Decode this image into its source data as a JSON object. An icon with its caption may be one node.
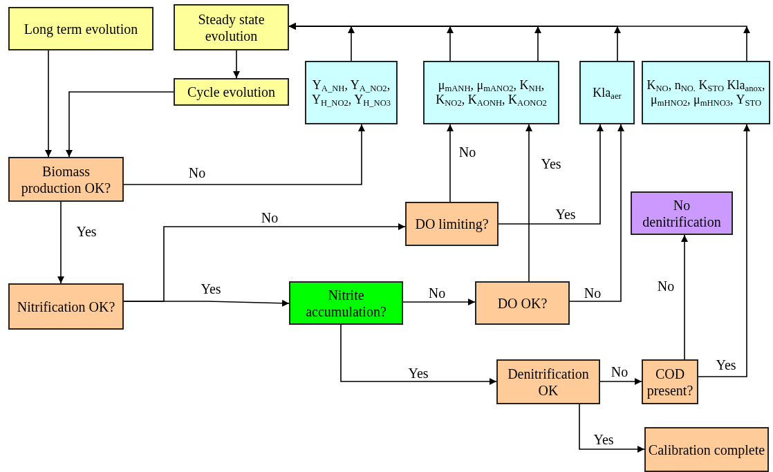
{
  "diagram": {
    "nodes": [
      {
        "text": [
          "Long term evolution"
        ]
      },
      {
        "text": [
          "Steady state evolution"
        ]
      },
      {
        "text": [
          "Cycle evolution"
        ]
      },
      {
        "text": [
          "Y$_{A_NH}$, Y$_{A_NO2}$, Y$_{H_NO2}$, Y$_{H_NO3}$"
        ]
      },
      {
        "text": [
          "μ$_{mANH}$, μ$_{mANO2}$, K$_{NH}$, K$_{NO2}$, K$_{AONH}$, K$_{AONO2}$"
        ]
      },
      {
        "text": [
          "Kla$_{aer}$"
        ]
      },
      {
        "text": [
          "K$_{NO}$, n$_{NO.}$  K$_{STO}$ Kla$_{anox}$, μ$_{mHNO2}$, μ$_{mHNO3}$, Y$_{STO}$"
        ]
      },
      {
        "text": [
          "Biomass production OK?"
        ]
      },
      {
        "text": [
          "DO limiting?"
        ]
      },
      {
        "text": [
          "No denitrification"
        ]
      },
      {
        "text": [
          "Nitrification OK?"
        ]
      },
      {
        "text": [
          "Nitrite accumulation?"
        ]
      },
      {
        "text": [
          "DO OK?"
        ]
      },
      {
        "text": [
          "Denitrification OK"
        ]
      },
      {
        "text": [
          "COD present?"
        ]
      },
      {
        "text": [
          "Calibration complete"
        ]
      }
    ],
    "edges": [
      {
        "from": 0,
        "to": 7,
        "arrow": "to"
      },
      {
        "from": 1,
        "to": 2,
        "arrow": "to"
      },
      {
        "from": 2,
        "to": 7,
        "arrow": "to"
      },
      {
        "from": 3,
        "to": 1,
        "arrow": "to"
      },
      {
        "from": 4,
        "to": 1,
        "arrow": "to"
      },
      {
        "from": 4,
        "to": 1,
        "arrow": "to"
      },
      {
        "from": 5,
        "to": 1,
        "arrow": "to"
      },
      {
        "from": 6,
        "to": 1,
        "arrow": "to"
      },
      {
        "from": 7,
        "to": 3,
        "arrow": "to",
        "label": "No"
      },
      {
        "from": 7,
        "to": 10,
        "arrow": "to",
        "label": "Yes"
      },
      {
        "from": 10,
        "to": 8,
        "arrow": "to",
        "label": "No"
      },
      {
        "from": 10,
        "to": 11,
        "arrow": "to",
        "label": "Yes"
      },
      {
        "from": 8,
        "to": 4,
        "arrow": "to",
        "label": "No"
      },
      {
        "from": 8,
        "to": 5,
        "arrow": "to",
        "label": "Yes"
      },
      {
        "from": 11,
        "to": 12,
        "arrow": "to",
        "label": "No"
      },
      {
        "from": 12,
        "to": 4,
        "arrow": "to",
        "label": "Yes"
      },
      {
        "from": 12,
        "to": 5,
        "arrow": "to",
        "label": "No"
      },
      {
        "from": 11,
        "to": 13,
        "arrow": "to",
        "label": "Yes"
      },
      {
        "from": 13,
        "to": 14,
        "arrow": "to",
        "label": "No"
      },
      {
        "from": 14,
        "to": 9,
        "arrow": "to",
        "label": "No"
      },
      {
        "from": 14,
        "to": 6,
        "arrow": "to",
        "label": "Yes"
      },
      {
        "from": 13,
        "to": 15,
        "arrow": "to",
        "label": "Yes"
      }
    ]
  }
}
